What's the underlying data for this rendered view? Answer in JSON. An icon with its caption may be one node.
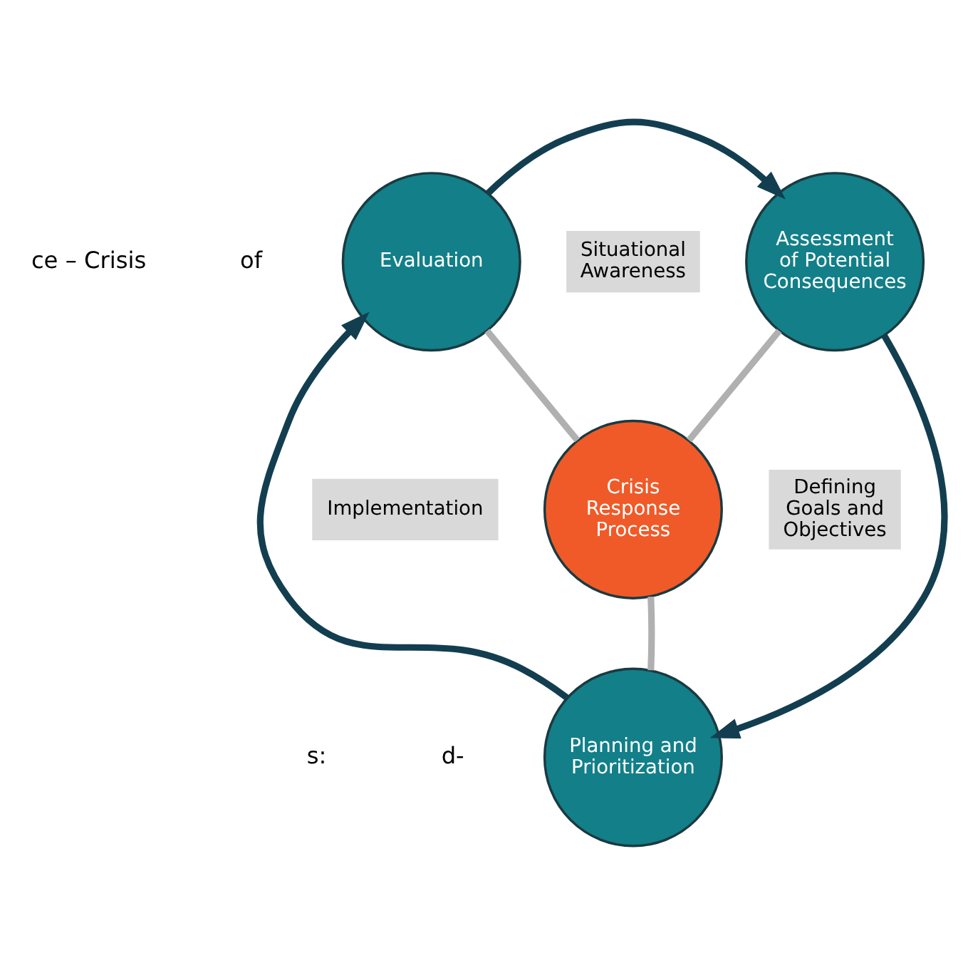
{
  "diagram": {
    "nodes": [
      {
        "text": [
          "Evaluation"
        ]
      },
      {
        "text": [
          "Situational Awareness"
        ]
      },
      {
        "text": [
          "Assessment of Potential Consequences"
        ]
      },
      {
        "text": [
          "Implementation"
        ]
      },
      {
        "text": [
          "Crisis Response Process"
        ]
      },
      {
        "text": [
          "Defining Goals and Objectives"
        ]
      },
      {
        "text": [
          "Planning and Prioritization"
        ]
      }
    ],
    "edges": [
      {
        "from": 4,
        "to": 0,
        "arrow": "none"
      },
      {
        "from": 4,
        "to": 2,
        "arrow": "none"
      },
      {
        "from": 4,
        "to": 6,
        "arrow": "none"
      },
      {
        "from": 0,
        "to": 2,
        "arrow": "to",
        "color": "#123e50"
      },
      {
        "from": 2,
        "to": 6,
        "arrow": "to",
        "color": "#123e50"
      },
      {
        "from": 6,
        "to": 0,
        "arrow": "to",
        "color": "#123e50"
      }
    ],
    "labels": [
      "ce – Crisis",
      "of",
      "s:",
      "d-"
    ]
  }
}
